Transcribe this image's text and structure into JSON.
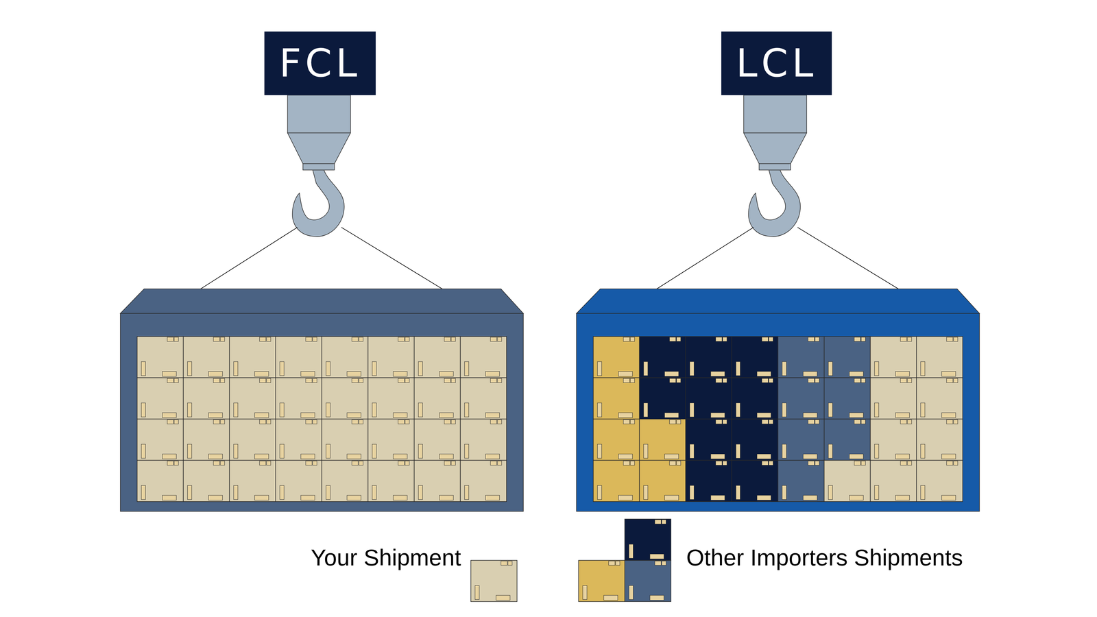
{
  "diagram": {
    "nodes": [
      {
        "text": [
          "FCL"
        ]
      },
      {
        "text": [
          "LCL"
        ]
      }
    ],
    "legend": [
      {
        "text": "Your Shipment"
      },
      {
        "text": "Other Importers Shipments"
      }
    ]
  }
}
